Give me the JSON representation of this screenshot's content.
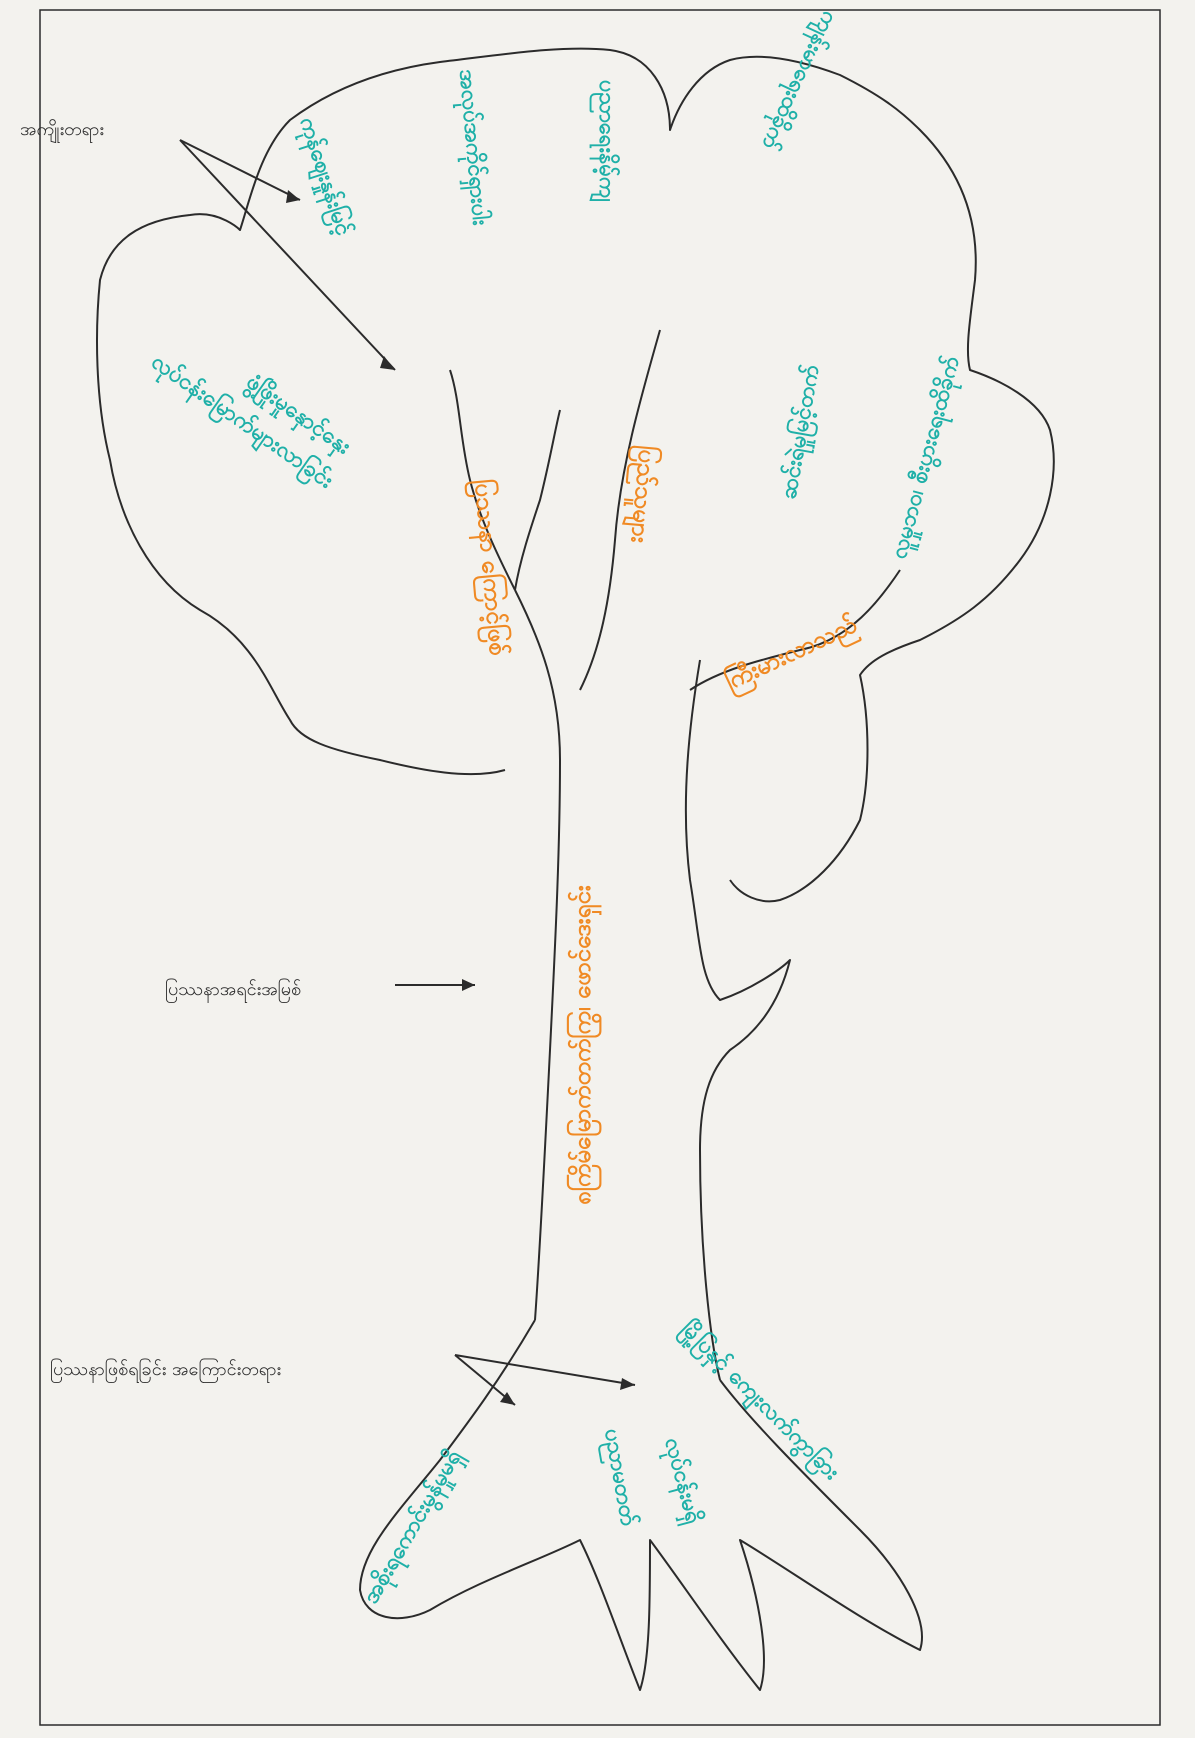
{
  "labels": {
    "effects": "အကျိုးတရား",
    "core_problem": "ပြဿနာအရင်းအမြစ်",
    "causes": "ပြဿနာဖြစ်ရခြင်း အကြောင်းတရား"
  },
  "trunk": {
    "text": "၈ကြိမ်မြောက်တက်ကြွ၊ ဖောင်ဒေးရှင်း"
  },
  "branches_orange": [
    "ပြဿနာ ကြောင့်ဖြစ်",
    "ပြည်သူများ",
    "ကြီးမားလာသည်"
  ],
  "leaves_teal": [
    "လုပ်ငန်းမြောက်များလာခြင်း",
    "ဖွံ့ဖြိုးမှုနှောင့်နှေး",
    "ကုန်ဈေးနှုန်းမြင့်",
    "အလုပ်အကိုင်ရှားပါး",
    "ပညာရေးနိမ့်ကျ",
    "ကျန်းမာရေးထိခိုက်",
    "ဆင်းရဲမှုမြင့်တက်",
    "လူမှုဘဝ၊ စီးပွားရေးထိခိုက်"
  ],
  "roots_teal": [
    "အစိုးရကောင်းမွန်မှုမရှိ",
    "ပညာမတတ်",
    "လုပ်ငန်းမရှိ",
    "မြို့ပြနှင့် ကျေးလက်ကွာခြား"
  ],
  "colors": {
    "teal": "#1fb0a8",
    "orange": "#f08a24",
    "ink": "#2b2b2b"
  }
}
